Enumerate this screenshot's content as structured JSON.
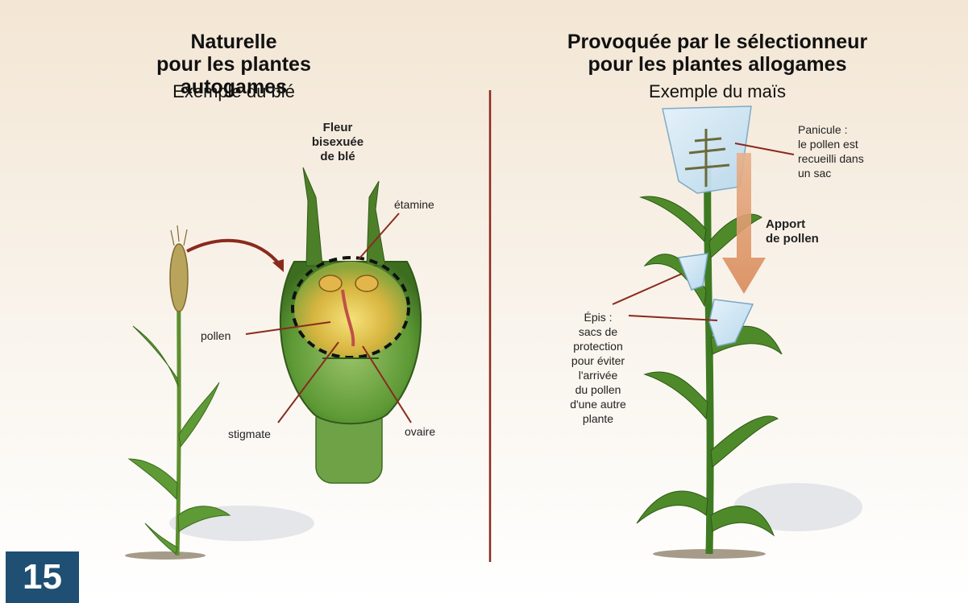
{
  "colors": {
    "accent_brown": "#8a2a1e",
    "leaf_green": "#4f8a2a",
    "badge_blue": "#1f4f73"
  },
  "left_panel": {
    "title_line1": "Naturelle",
    "title_line2": "pour les plantes autogames",
    "subtitle": "Exemple du blé",
    "flower_label_line1": "Fleur",
    "flower_label_line2": "bisexuée",
    "flower_label_line3": "de blé",
    "label_etamine": "étamine",
    "label_pollen": "pollen",
    "label_stigmate": "stigmate",
    "label_ovaire": "ovaire"
  },
  "right_panel": {
    "title_line1": "Provoquée par le sélectionneur",
    "title_line2": "pour les plantes allogames",
    "subtitle": "Exemple du maïs",
    "panicule_line1": "Panicule :",
    "panicule_line2": "le pollen est",
    "panicule_line3": "recueilli dans",
    "panicule_line4": "un sac",
    "apport_line1": "Apport",
    "apport_line2": "de pollen",
    "epis_line1": "Épis :",
    "epis_line2": "sacs de",
    "epis_line3": "protection",
    "epis_line4": "pour éviter",
    "epis_line5": "l'arrivée",
    "epis_line6": "du pollen",
    "epis_line7": "d'une autre",
    "epis_line8": "plante"
  },
  "badge_number": "15"
}
